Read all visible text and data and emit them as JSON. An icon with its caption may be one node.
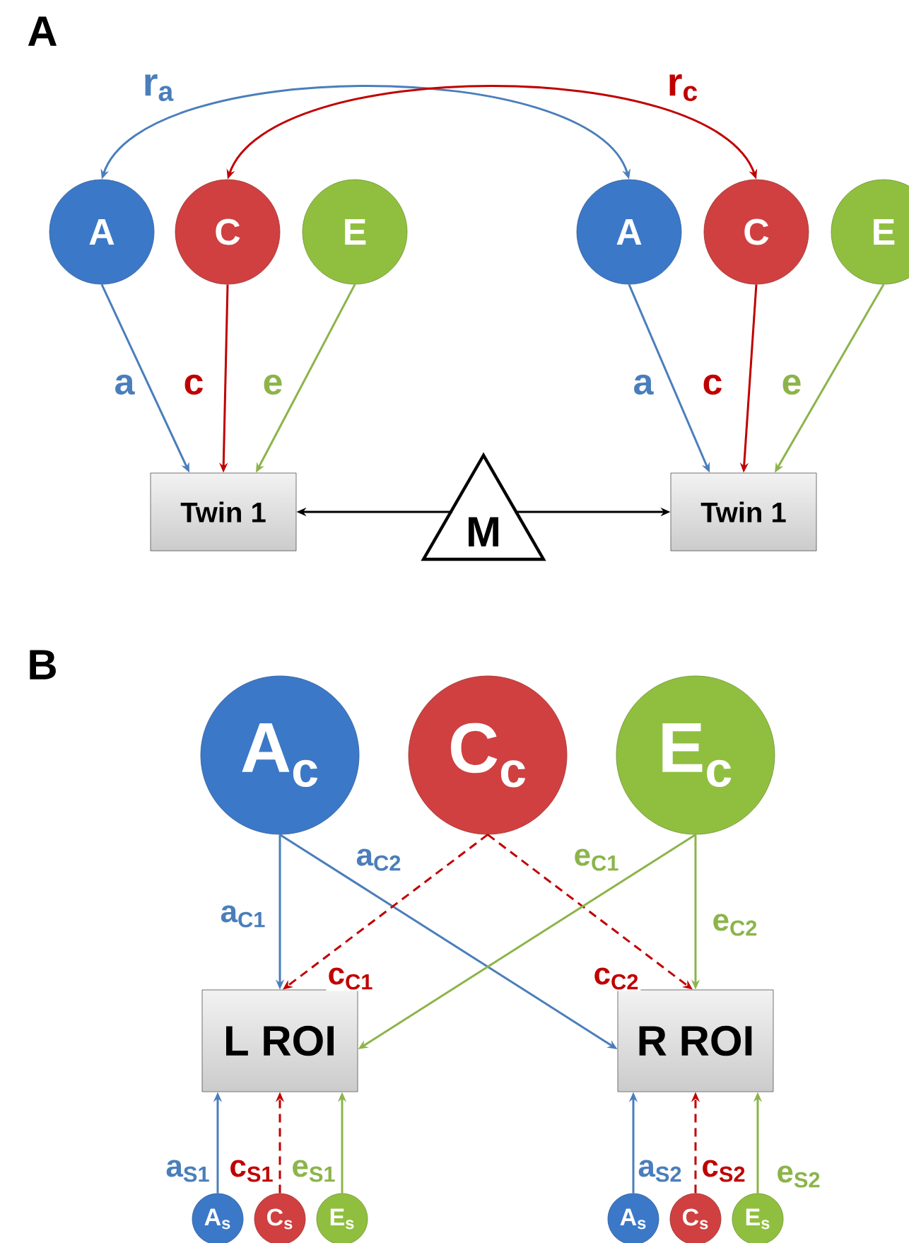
{
  "diagram": {
    "nodes": [
      {
        "text": [
          "A"
        ]
      },
      {
        "text": [
          "C"
        ]
      },
      {
        "text": [
          "E"
        ]
      },
      {
        "text": [
          "A"
        ]
      },
      {
        "text": [
          "C"
        ]
      },
      {
        "text": [
          "E"
        ]
      },
      {
        "text": [
          "Twin 1"
        ]
      },
      {
        "text": [
          "M"
        ]
      },
      {
        "text": [
          "Twin 1"
        ]
      },
      {
        "text": [
          "A$_{c}$"
        ]
      },
      {
        "text": [
          "C$_{c}$"
        ]
      },
      {
        "text": [
          "E$_{c}$"
        ]
      },
      {
        "text": [
          "L ROI"
        ]
      },
      {
        "text": [
          "R ROI"
        ]
      },
      {
        "text": [
          "A$_{s}$"
        ]
      },
      {
        "text": [
          "C$_{s}$"
        ]
      },
      {
        "text": [
          "E$_{s}$"
        ]
      },
      {
        "text": [
          "A$_{s}$"
        ]
      },
      {
        "text": [
          "C$_{s}$"
        ]
      },
      {
        "text": [
          "E$_{s}$"
        ]
      }
    ],
    "edges": [
      {
        "from": 0,
        "to": 3,
        "arrow": "both",
        "label": "r$_{a}$",
        "color": "#4a7ebb"
      },
      {
        "from": 1,
        "to": 4,
        "arrow": "both",
        "label": "r$_{c}$",
        "color": "#c00000"
      },
      {
        "from": 0,
        "to": 6,
        "arrow": "to",
        "label": "a",
        "color": "#4a7ebb"
      },
      {
        "from": 1,
        "to": 6,
        "arrow": "to",
        "label": "c",
        "color": "#c00000"
      },
      {
        "from": 2,
        "to": 6,
        "arrow": "to",
        "label": "e",
        "color": "#8cb44a"
      },
      {
        "from": 3,
        "to": 8,
        "arrow": "to",
        "label": "a",
        "color": "#4a7ebb"
      },
      {
        "from": 4,
        "to": 8,
        "arrow": "to",
        "label": "c",
        "color": "#c00000"
      },
      {
        "from": 5,
        "to": 8,
        "arrow": "to",
        "label": "e",
        "color": "#8cb44a"
      },
      {
        "from": 7,
        "to": 6,
        "arrow": "to",
        "color": "#000000"
      },
      {
        "from": 7,
        "to": 8,
        "arrow": "to",
        "color": "#000000"
      },
      {
        "from": 9,
        "to": 12,
        "arrow": "to",
        "label": "a$_{C1}$",
        "color": "#4a7ebb"
      },
      {
        "from": 9,
        "to": 13,
        "arrow": "to",
        "label": "a$_{C2}$",
        "color": "#4a7ebb"
      },
      {
        "from": 10,
        "to": 12,
        "arrow": "to",
        "label": "c$_{C1}$",
        "color": "#c00000",
        "style": "dashed"
      },
      {
        "from": 10,
        "to": 13,
        "arrow": "to",
        "label": "c$_{C2}$",
        "color": "#c00000",
        "style": "dashed"
      },
      {
        "from": 11,
        "to": 12,
        "arrow": "to",
        "label": "e$_{C1}$",
        "color": "#8cb44a"
      },
      {
        "from": 11,
        "to": 13,
        "arrow": "to",
        "label": "e$_{C2}$",
        "color": "#8cb44a"
      },
      {
        "from": 14,
        "to": 12,
        "arrow": "to",
        "label": "a$_{S1}$",
        "color": "#4a7ebb"
      },
      {
        "from": 15,
        "to": 12,
        "arrow": "to",
        "label": "c$_{S1}$",
        "color": "#c00000",
        "style": "dashed"
      },
      {
        "from": 16,
        "to": 12,
        "arrow": "to",
        "label": "e$_{S1}$",
        "color": "#8cb44a"
      },
      {
        "from": 17,
        "to": 13,
        "arrow": "to",
        "label": "a$_{S2}$",
        "color": "#4a7ebb"
      },
      {
        "from": 18,
        "to": 13,
        "arrow": "to",
        "label": "c$_{S2}$",
        "color": "#c00000",
        "style": "dashed"
      },
      {
        "from": 19,
        "to": 13,
        "arrow": "to",
        "label": "e$_{S2}$",
        "color": "#8cb44a"
      }
    ],
    "labels": [
      "A",
      "B"
    ]
  }
}
